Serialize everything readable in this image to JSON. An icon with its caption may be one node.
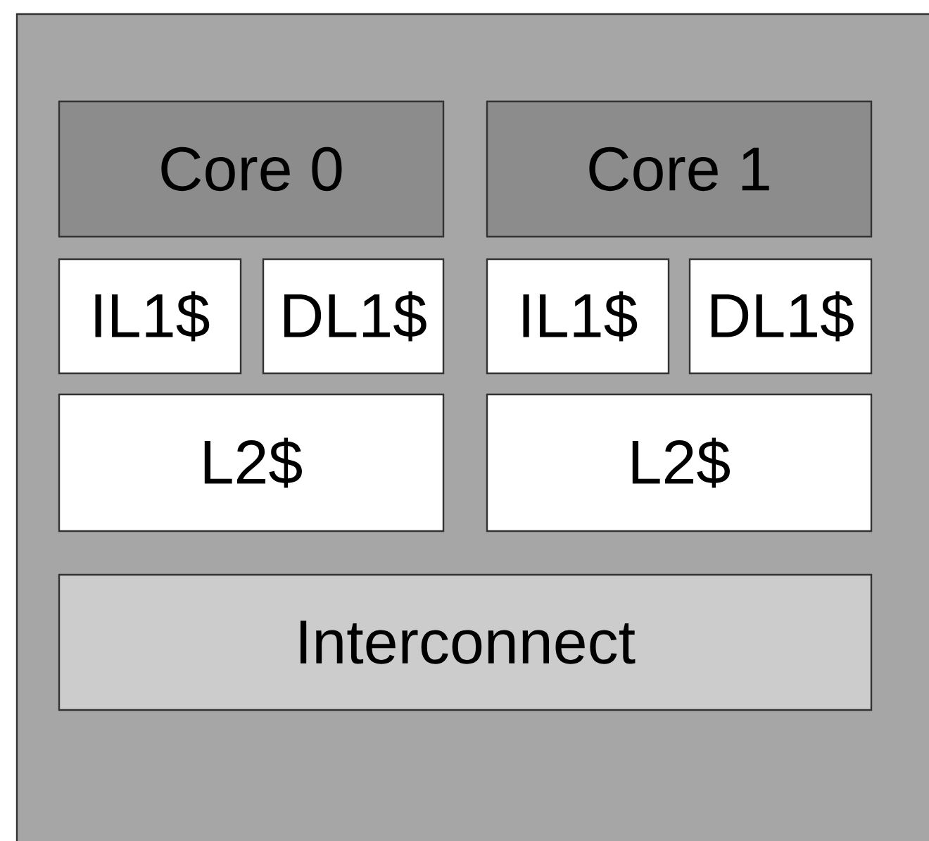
{
  "diagram": {
    "nodes": [
      {
        "text": [],
        "shape": "box"
      },
      {
        "text": [
          "Core 0"
        ],
        "in": 0
      },
      {
        "text": [
          "Core 1"
        ],
        "in": 0
      },
      {
        "text": [
          "IL1$"
        ],
        "in": 0
      },
      {
        "text": [
          "DL1$"
        ],
        "in": 0
      },
      {
        "text": [
          "IL1$"
        ],
        "in": 0
      },
      {
        "text": [
          "DL1$"
        ],
        "in": 0
      },
      {
        "text": [
          "L2$"
        ],
        "in": 0
      },
      {
        "text": [
          "L2$"
        ],
        "in": 0
      },
      {
        "text": [
          "Interconnect"
        ],
        "in": 0
      }
    ]
  }
}
